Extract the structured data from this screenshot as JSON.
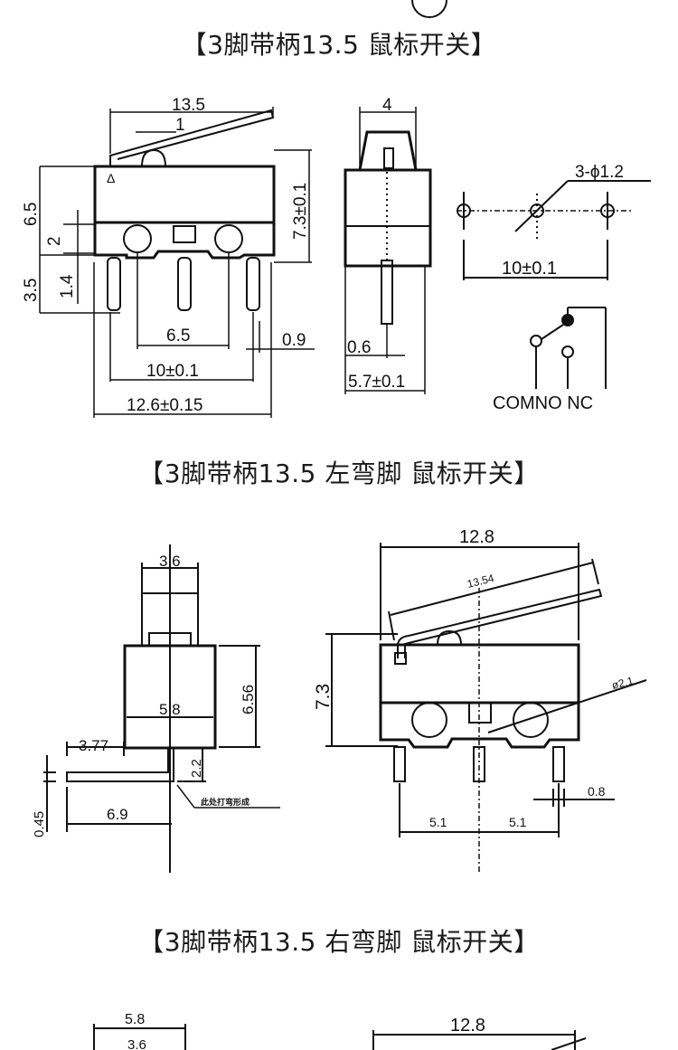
{
  "sections": [
    {
      "title": "【3脚带柄13.5 鼠标开关】",
      "front_view": {
        "dims": {
          "lever_length": "13.5",
          "plunger_width": "1",
          "height_total": "7.3±0.1",
          "body_height": "6.5",
          "hole_height": "2",
          "pin_length": "3.5",
          "pin_tip": "1.4",
          "pin_spacing_inner": "6.5",
          "pin_width": "0.9",
          "pin_spacing": "10±0.1",
          "body_width": "12.6±0.15"
        }
      },
      "side_view": {
        "dims": {
          "top_width": "4",
          "pin_thickness": "0.6",
          "body_depth": "5.7±0.1"
        }
      },
      "hole_pattern": {
        "hole_spec": "3-ϕ1.2",
        "spacing": "10±0.1"
      },
      "schematic": {
        "labels": [
          "COM",
          "NO",
          "NC"
        ],
        "label_text": "COMNO NC"
      }
    },
    {
      "title": "【3脚带柄13.5 左弯脚 鼠标开关】",
      "side_view": {
        "dims": {
          "top_width": "3.6",
          "body_width": "5.8",
          "body_height": "6.56",
          "bend_offset": "3.77",
          "bend_height": "2.2",
          "pin_thickness": "0.45",
          "pin_length": "6.9"
        },
        "note": "此处打弯形成"
      },
      "front_view": {
        "dims": {
          "body_width": "12.8",
          "lever_length": "13.54",
          "height": "7.3",
          "hole_diameter": "ø2.1",
          "pin_width": "0.8",
          "pin_spacing_left": "5.1",
          "pin_spacing_right": "5.1"
        }
      }
    },
    {
      "title": "【3脚带柄13.5 右弯脚 鼠标开关】",
      "side_view": {
        "dims": {
          "body_width": "5.8",
          "top_width": "3.6"
        }
      },
      "front_view": {
        "dims": {
          "body_width": "12.8"
        }
      }
    }
  ]
}
